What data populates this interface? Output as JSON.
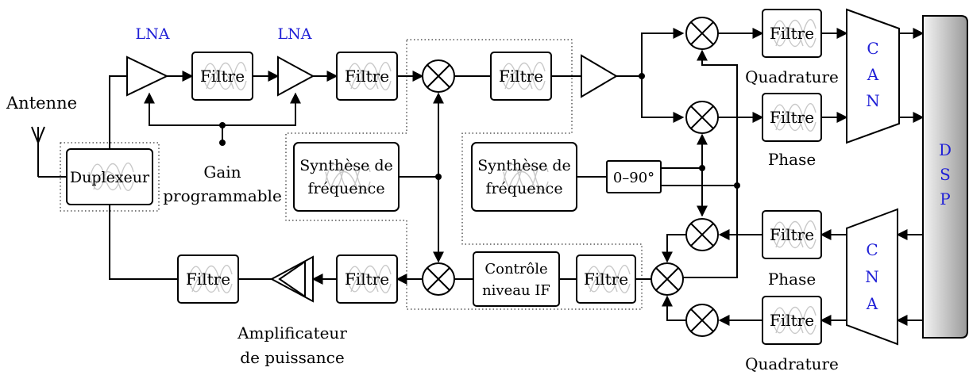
{
  "labels": {
    "antenna": "Antenne",
    "lna": "LNA",
    "filter": "Filtre",
    "duplexer": "Duplexeur",
    "gain_line1": "Gain",
    "gain_line2": "programmable",
    "synth_line1": "Synthèse de",
    "synth_line2": "fréquence",
    "phase_shift": "0–90°",
    "quadrature": "Quadrature",
    "phase": "Phase",
    "if_line1": "Contrôle",
    "if_line2": "niveau IF",
    "pa_line1": "Amplificateur",
    "pa_line2": "de puissance",
    "adc": [
      "C",
      "A",
      "N"
    ],
    "dac": [
      "C",
      "N",
      "A"
    ],
    "dsp": [
      "D",
      "S",
      "P"
    ]
  },
  "colors": {
    "accent": "#1f1fd6",
    "dsp_light": "#f4f4f4",
    "dsp_dark": "#9a9a9a",
    "wave": "#c8c8c8"
  }
}
